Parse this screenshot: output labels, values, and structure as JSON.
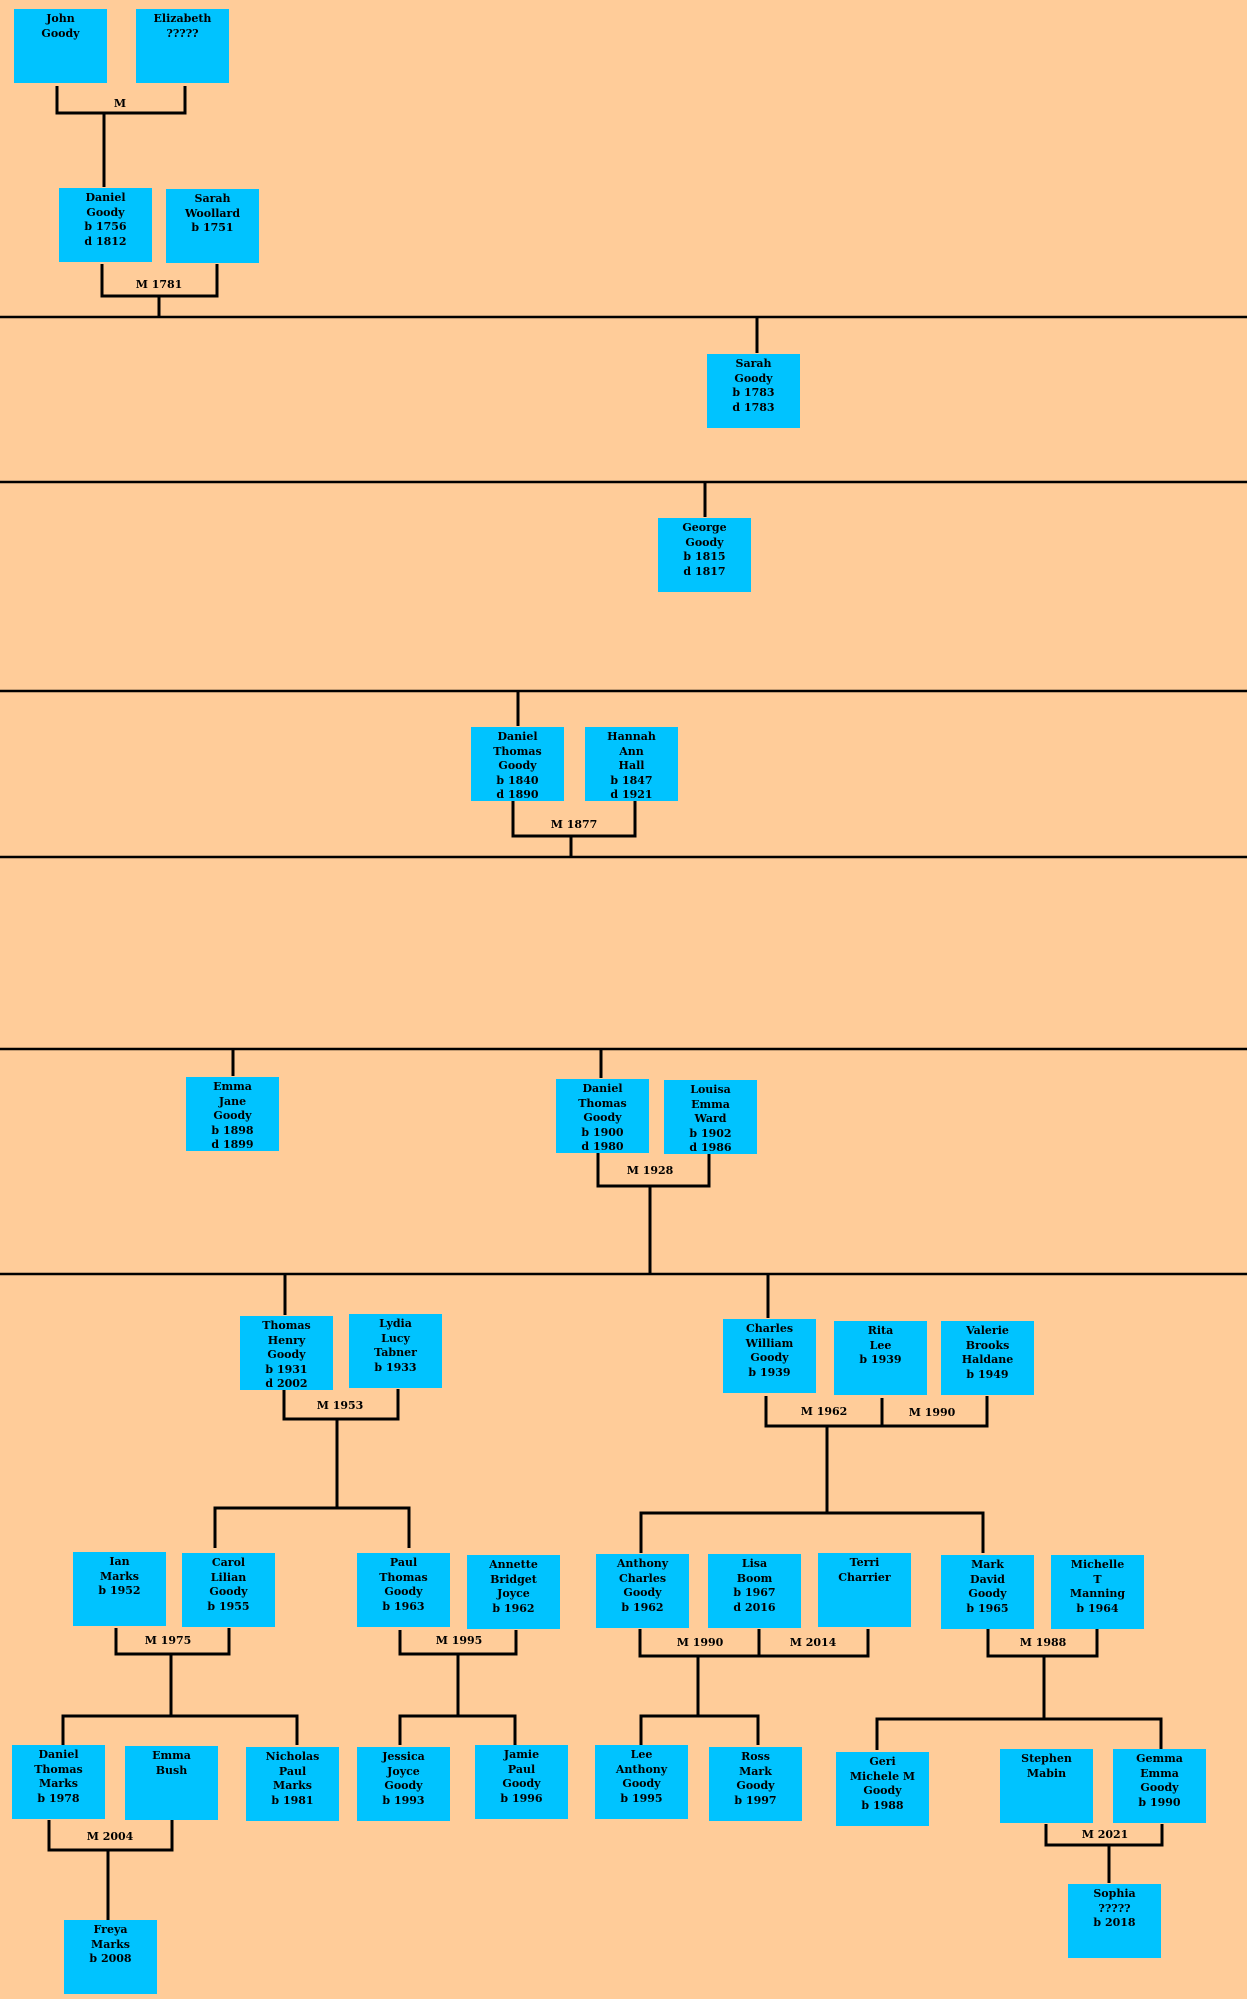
{
  "colors": {
    "background": "#ffcc99",
    "box": "#00c3ff",
    "line": "#000000"
  },
  "people": {
    "john": [
      "John",
      "Goody"
    ],
    "eliz": [
      "Elizabeth",
      "?????"
    ],
    "daniel1": [
      "Daniel",
      "Goody",
      "b 1756",
      "d 1812"
    ],
    "sarahw": [
      "Sarah",
      "Woollard",
      "b 1751"
    ],
    "sarahg": [
      "Sarah",
      "Goody",
      "b 1783",
      "d 1783"
    ],
    "george": [
      "George",
      "Goody",
      "b 1815",
      "d 1817"
    ],
    "dt1840": [
      "Daniel",
      "Thomas",
      "Goody",
      "b 1840",
      "d 1890"
    ],
    "hannah": [
      "Hannah",
      "Ann",
      "Hall",
      "b 1847",
      "d 1921"
    ],
    "emma1898": [
      "Emma",
      "Jane",
      "Goody",
      "b 1898",
      "d 1899"
    ],
    "dt1900": [
      "Daniel",
      "Thomas",
      "Goody",
      "b 1900",
      "d 1980"
    ],
    "louisa": [
      "Louisa",
      "Emma",
      "Ward",
      "b 1902",
      "d 1986"
    ],
    "thomas": [
      "Thomas",
      "Henry",
      "Goody",
      "b 1931",
      "d 2002"
    ],
    "lydia": [
      "Lydia",
      "Lucy",
      "Tabner",
      "b 1933"
    ],
    "charles": [
      "Charles",
      "William",
      "Goody",
      "b 1939"
    ],
    "rita": [
      "Rita",
      "Lee",
      "b 1939"
    ],
    "valerie": [
      "Valerie",
      "Brooks",
      "Haldane",
      "b 1949"
    ],
    "ian": [
      "Ian",
      "Marks",
      "b 1952"
    ],
    "carol": [
      "Carol",
      "Lilian",
      "Goody",
      "b 1955"
    ],
    "paul": [
      "Paul",
      "Thomas",
      "Goody",
      "b 1963"
    ],
    "annette": [
      "Annette",
      "Bridget",
      "Joyce",
      "b 1962"
    ],
    "anthony": [
      "Anthony",
      "Charles",
      "Goody",
      "b 1962"
    ],
    "lisa": [
      "Lisa",
      "Boom",
      "b 1967",
      "d 2016"
    ],
    "terri": [
      "Terri",
      "Charrier"
    ],
    "mark": [
      "Mark",
      "David",
      "Goody",
      "b 1965"
    ],
    "michelle": [
      "Michelle",
      "T",
      "Manning",
      "b 1964"
    ],
    "dtm": [
      "Daniel",
      "Thomas",
      "Marks",
      "b 1978"
    ],
    "emmab": [
      "Emma",
      "Bush"
    ],
    "nicholas": [
      "Nicholas",
      "Paul",
      "Marks",
      "b 1981"
    ],
    "jessica": [
      "Jessica",
      "Joyce",
      "Goody",
      "b 1993"
    ],
    "jamie": [
      "Jamie",
      "Paul",
      "Goody",
      "b 1996"
    ],
    "lee": [
      "Lee",
      "Anthony",
      "Goody",
      "b 1995"
    ],
    "ross": [
      "Ross",
      "Mark",
      "Goody",
      "b 1997"
    ],
    "geri": [
      "Geri",
      "Michele M",
      "Goody",
      "b 1988"
    ],
    "stephen": [
      "Stephen",
      "Mabin"
    ],
    "gemma": [
      "Gemma",
      "Emma",
      "Goody",
      "b 1990"
    ],
    "freya": [
      "Freya",
      "Marks",
      "b 2008"
    ],
    "sophia": [
      "Sophia",
      "?????",
      "b 2018"
    ]
  },
  "marriages": {
    "m_john": "M",
    "m_1781": "M 1781",
    "m_1877": "M 1877",
    "m_1928": "M 1928",
    "m_1953": "M 1953",
    "m_1962": "M 1962",
    "m_1990a": "M 1990",
    "m_1975": "M 1975",
    "m_1995": "M 1995",
    "m_1990b": "M 1990",
    "m_2014": "M 2014",
    "m_1988": "M 1988",
    "m_2004": "M 2004",
    "m_2021": "M 2021"
  }
}
